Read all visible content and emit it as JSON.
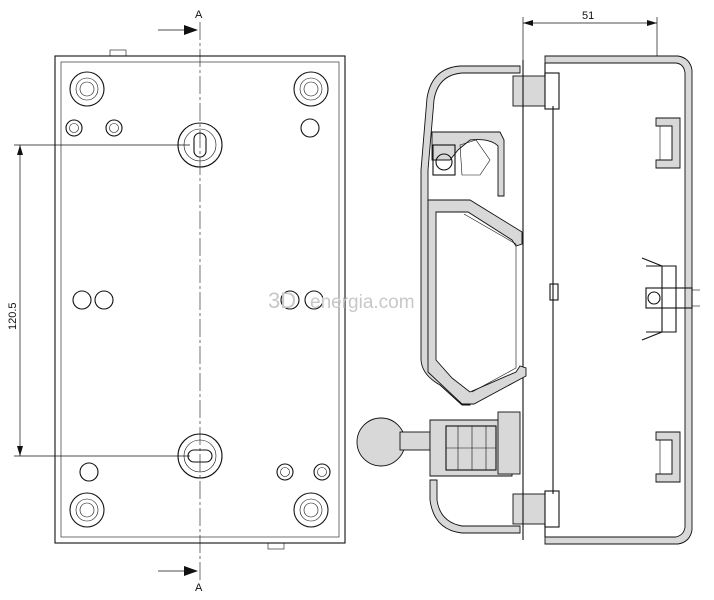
{
  "section_marker": {
    "top": "A",
    "bottom": "A"
  },
  "dimensions": {
    "width_label": "51",
    "spacing_label": "120.5"
  },
  "watermark": {
    "text_prefix": "3D",
    "text_main": "energia.com"
  },
  "colors": {
    "line": "#111111",
    "section_fill": "#d8d8d8",
    "watermark": "#c8c8c8",
    "background": "#ffffff"
  }
}
